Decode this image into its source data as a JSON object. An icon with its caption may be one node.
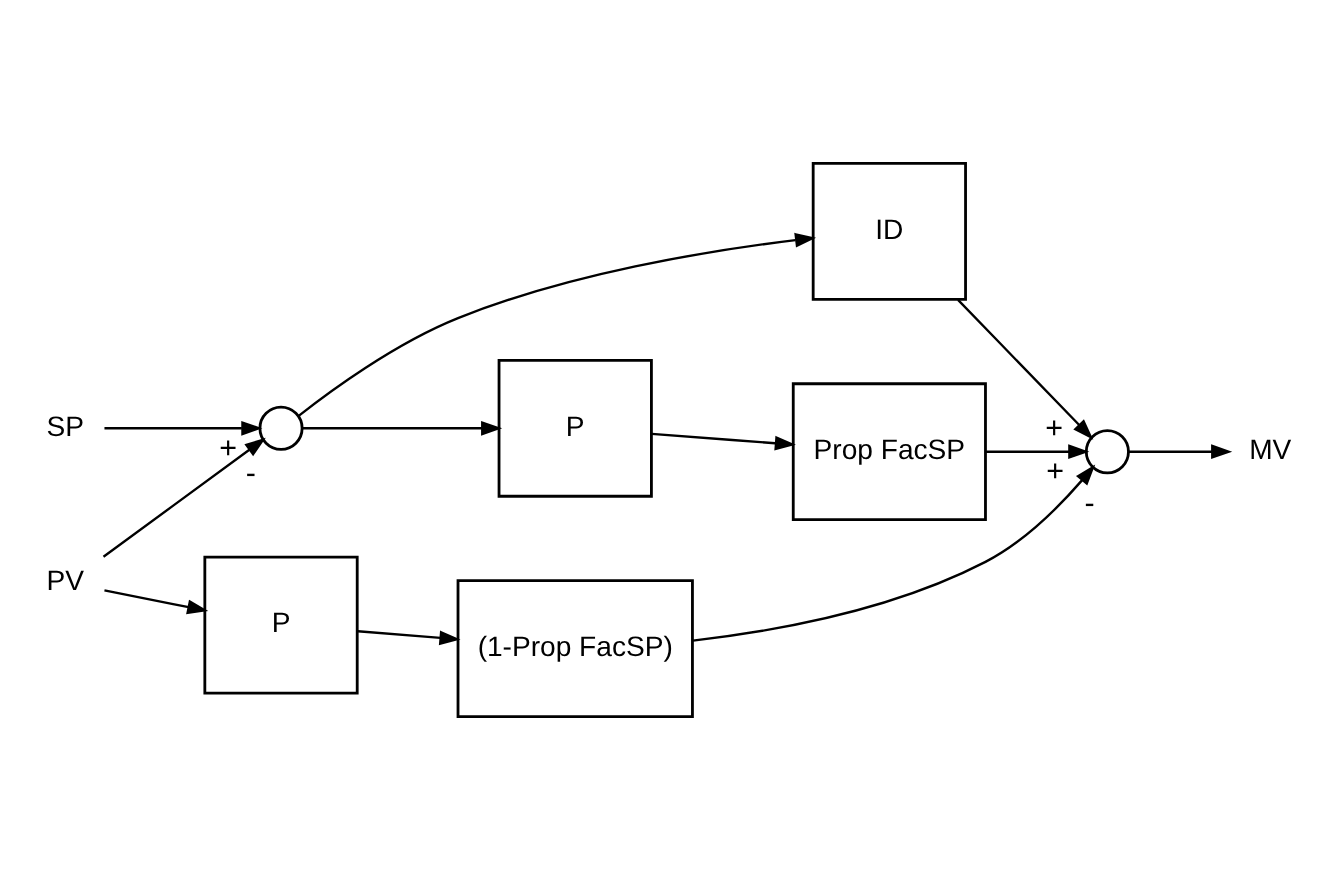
{
  "diagram": {
    "nodes": [
      {
        "text": [
          "SP"
        ]
      },
      {
        "text": [],
        "shape": "circle"
      },
      {
        "text": [
          "PV"
        ]
      },
      {
        "text": [
          "ID"
        ]
      },
      {
        "text": [
          "P"
        ]
      },
      {
        "text": [
          "Prop FacSP"
        ]
      },
      {
        "text": [
          "P"
        ]
      },
      {
        "text": [
          "(1-Prop FacSP)"
        ]
      },
      {
        "text": [],
        "shape": "circle"
      },
      {
        "text": [
          "MV"
        ]
      }
    ],
    "edges": [
      {
        "from": 0,
        "to": 1,
        "arrow": "to",
        "label": "+"
      },
      {
        "from": 2,
        "to": 1,
        "arrow": "to",
        "label": "-"
      },
      {
        "from": 2,
        "to": 6,
        "arrow": "to"
      },
      {
        "from": 1,
        "to": 3,
        "arrow": "to"
      },
      {
        "from": 1,
        "to": 4,
        "arrow": "to"
      },
      {
        "from": 3,
        "to": 8,
        "arrow": "to",
        "label": "+"
      },
      {
        "from": 4,
        "to": 5,
        "arrow": "to"
      },
      {
        "from": 5,
        "to": 8,
        "arrow": "to",
        "label": "+"
      },
      {
        "from": 6,
        "to": 7,
        "arrow": "to"
      },
      {
        "from": 7,
        "to": 8,
        "arrow": "to",
        "label": "-"
      },
      {
        "from": 8,
        "to": 9,
        "arrow": "to"
      }
    ]
  }
}
